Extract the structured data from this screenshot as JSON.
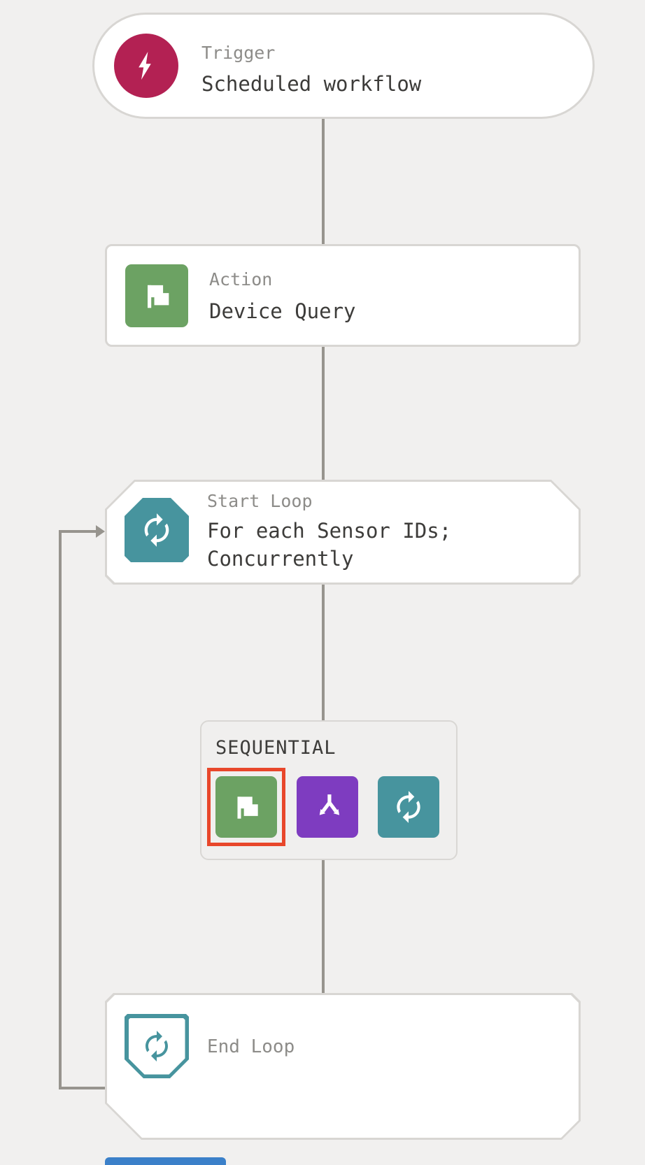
{
  "page": {
    "bg": "#f1f0ef"
  },
  "colors": {
    "crimson": "#b32153",
    "green": "#6ca263",
    "purple": "#7e3cc0",
    "teal": "#47949e",
    "selection_red": "#e8472b",
    "connector_gray": "#97948e",
    "border_gray": "#d8d6d3",
    "label_gray": "#8d8c89",
    "text_dark": "#3d3c3a",
    "bottom_blue": "#3b80c9"
  },
  "workflow": {
    "trigger": {
      "type_label": "Trigger",
      "title": "Scheduled workflow",
      "icon": "lightning-bolt-icon"
    },
    "action": {
      "type_label": "Action",
      "title": "Device Query",
      "icon": "flag-icon"
    },
    "start_loop": {
      "type_label": "Start Loop",
      "title_lines": [
        "For each Sensor IDs;",
        "Concurrently"
      ],
      "icon": "loop-icon"
    },
    "sequential_group": {
      "label": "SEQUENTIAL",
      "items": [
        {
          "name": "action-flag",
          "icon": "flag-icon",
          "selected": true
        },
        {
          "name": "condition-branch",
          "icon": "branch-icon",
          "selected": false
        },
        {
          "name": "loop",
          "icon": "loop-icon",
          "selected": false
        }
      ]
    },
    "end_loop": {
      "label": "End Loop",
      "icon": "loop-icon"
    }
  }
}
